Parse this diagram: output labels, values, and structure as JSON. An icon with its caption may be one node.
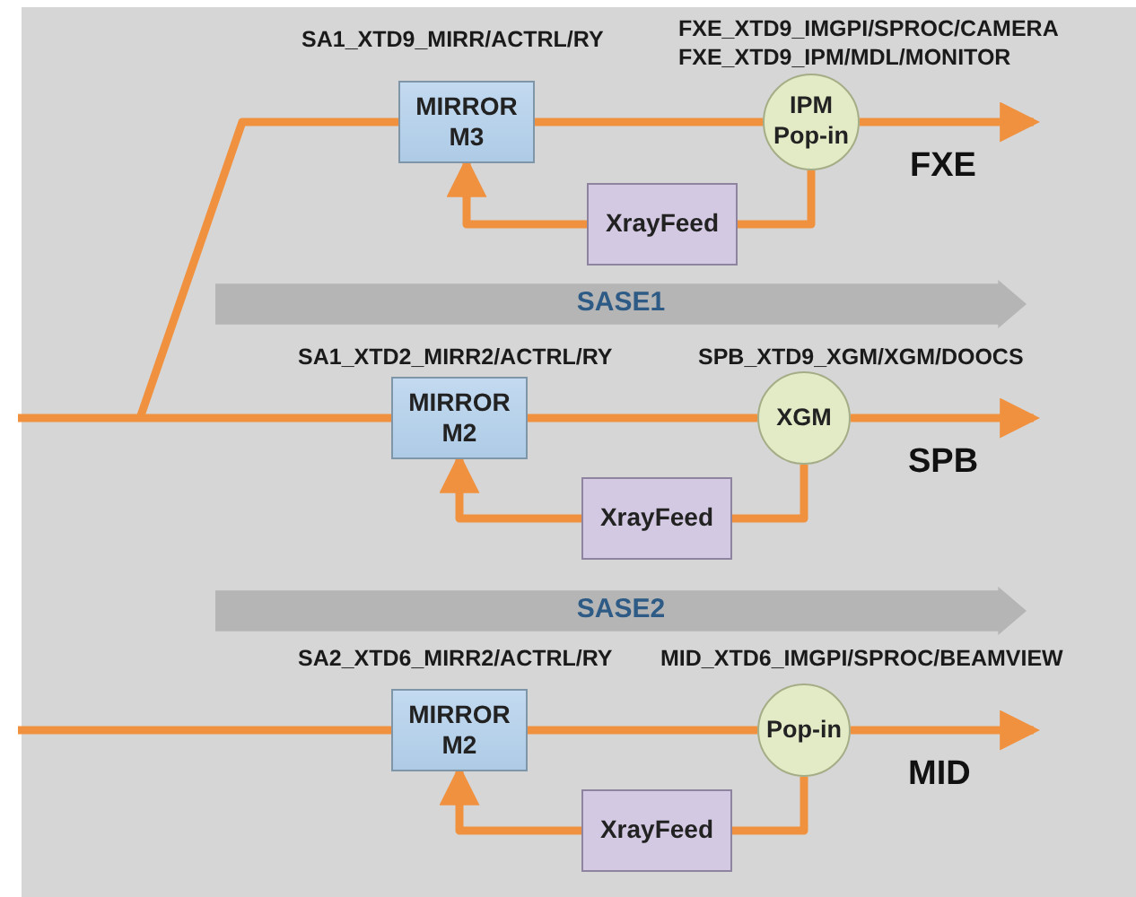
{
  "diagram": {
    "nodes": [
      {
        "text": [
          "MIRROR M3"
        ],
        "beside": [
          "SA1_XTD9_MIRR/ACTRL/RY"
        ]
      },
      {
        "text": [
          "IPM Pop-in"
        ],
        "beside": [
          "FXE_XTD9_IMGPI/SPROC/CAMERA",
          "FXE_XTD9_IPM/MDL/MONITOR"
        ]
      },
      {
        "text": [
          "XrayFeed"
        ]
      },
      {
        "text": [
          "SASE1"
        ]
      },
      {
        "text": [
          "MIRROR M2"
        ],
        "beside": [
          "SA1_XTD2_MIRR2/ACTRL/RY"
        ]
      },
      {
        "text": [
          "XGM"
        ],
        "beside": [
          "SPB_XTD9_XGM/XGM/DOOCS"
        ]
      },
      {
        "text": [
          "XrayFeed"
        ]
      },
      {
        "text": [
          "SASE2"
        ]
      },
      {
        "text": [
          "MIRROR M2"
        ],
        "beside": [
          "SA2_XTD6_MIRR2/ACTRL/RY"
        ]
      },
      {
        "text": [
          "Pop-in"
        ],
        "beside": [
          "MID_XTD6_IMGPI/SPROC/BEAMVIEW"
        ]
      },
      {
        "text": [
          "XrayFeed"
        ]
      }
    ],
    "edges": [
      {
        "from": null,
        "to": 0,
        "arrow": "none"
      },
      {
        "from": 0,
        "to": 1,
        "arrow": "none"
      },
      {
        "from": 1,
        "to": null,
        "arrow": "to"
      },
      {
        "from": 1,
        "to": 2,
        "arrow": "none"
      },
      {
        "from": 2,
        "to": 0,
        "arrow": "to"
      },
      {
        "from": null,
        "to": 4,
        "arrow": "none"
      },
      {
        "from": 4,
        "to": 5,
        "arrow": "none"
      },
      {
        "from": 5,
        "to": null,
        "arrow": "to"
      },
      {
        "from": 5,
        "to": 6,
        "arrow": "none"
      },
      {
        "from": 6,
        "to": 4,
        "arrow": "to"
      },
      {
        "from": null,
        "to": 8,
        "arrow": "none"
      },
      {
        "from": 8,
        "to": 9,
        "arrow": "none"
      },
      {
        "from": 9,
        "to": null,
        "arrow": "to"
      },
      {
        "from": 9,
        "to": 10,
        "arrow": "none"
      },
      {
        "from": 10,
        "to": 8,
        "arrow": "to"
      }
    ],
    "labels": [
      "FXE",
      "SPB",
      "MID"
    ]
  }
}
